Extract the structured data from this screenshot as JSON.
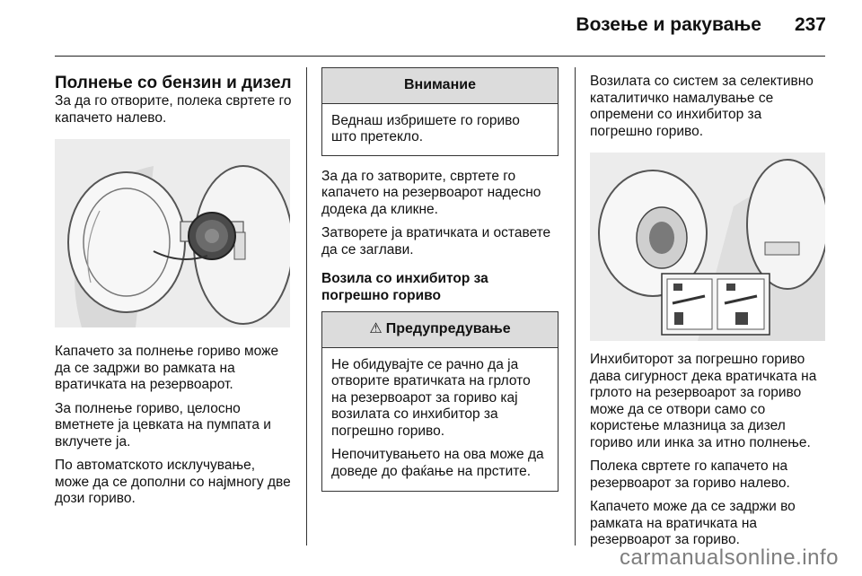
{
  "header": {
    "title": "Возење и ракување",
    "page_number": "237"
  },
  "col1": {
    "heading": "Полнење со бензин и дизел",
    "intro": "За да го отворите, полека свртете го капачето налево.",
    "p1": "Капачето за полнење гориво може да се задржи во рамката на вратичката на резервоарот.",
    "p2": "За полнење гориво, целосно вметнете ја цевката на пумпата и вклучете ја.",
    "p3": "По автоматското исклучување, може да се дополни со најмногу две дози гориво."
  },
  "col2": {
    "notice": {
      "title": "Внимание",
      "text": "Веднаш избришете го гориво што претекло."
    },
    "p1": "За да го затворите, свртете го капачето на резервоарот надесно додека да кликне.",
    "p2": "Затворете ја вратичката и оставете да се заглави.",
    "subheading": "Возила со инхибитор за погрешно гориво",
    "warning": {
      "title": "Предупредување",
      "p1": "Не обидувајте се рачно да ја отворите вратичката на грлото на резервоарот за гориво кај возилата со инхибитор за погрешно гориво.",
      "p2": "Непочитувањето на ова може да доведе до фаќање на прстите."
    }
  },
  "col3": {
    "intro": "Возилата со систем за селективно каталитичко намалување се опремени со инхибитор за погрешно гориво.",
    "p1": "Инхибиторот за погрешно гориво дава сигурност дека вратичката на грлото на резервоарот за гориво може да се отвори само со користење млазница за дизел гориво или инка за итно полнење.",
    "p2": "Полека свртете го капачето на резервоарот за гориво налево.",
    "p3": "Капачето може да се задржи во рамката на вратичката на резервоарот за гориво."
  },
  "watermark": "carmanualsonline.info"
}
